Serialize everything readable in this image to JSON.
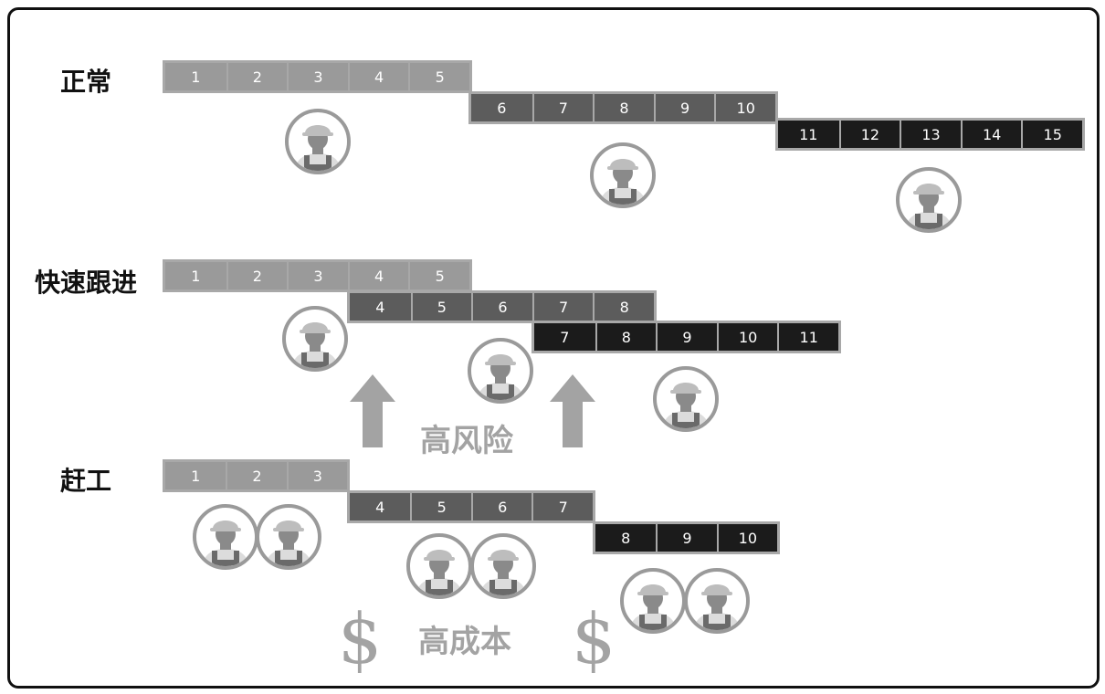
{
  "rows": {
    "normal": {
      "label": "正常",
      "segments": [
        [
          "1",
          "2",
          "3",
          "4",
          "5"
        ],
        [
          "6",
          "7",
          "8",
          "9",
          "10"
        ],
        [
          "11",
          "12",
          "13",
          "14",
          "15"
        ]
      ]
    },
    "fast_tracking": {
      "label": "快速跟进",
      "segments": [
        [
          "1",
          "2",
          "3",
          "4",
          "5"
        ],
        [
          "4",
          "5",
          "6",
          "7",
          "8"
        ],
        [
          "7",
          "8",
          "9",
          "10",
          "11"
        ]
      ]
    },
    "crashing": {
      "label": "赶工",
      "segments": [
        [
          "1",
          "2",
          "3"
        ],
        [
          "4",
          "5",
          "6",
          "7"
        ],
        [
          "8",
          "9",
          "10"
        ]
      ]
    }
  },
  "annotations": {
    "high_risk": "高风险",
    "high_cost": "高成本",
    "currency_symbol": "$"
  },
  "icons": {
    "worker": "worker-icon",
    "arrow": "arrow-up-icon"
  },
  "colors": {
    "phase1": "#9a9a9a",
    "phase2": "#5c5c5c",
    "phase3": "#1b1b1b",
    "accent_gray": "#a3a3a3"
  }
}
